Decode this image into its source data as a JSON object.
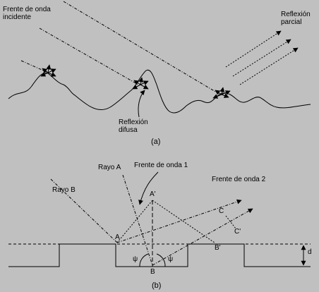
{
  "panel_a": {
    "incident_wavefront_label": "Frente de onda\n incidente",
    "partial_reflection_label": "Reflexión\nparcial",
    "diffuse_reflection_label": "Reflexión\ndifusa",
    "caption": "(a)"
  },
  "panel_b": {
    "ray_a_label": "Rayo A",
    "ray_b_label": "Rayo B",
    "wavefront_1_label": "Frente de onda 1",
    "wavefront_2_label": "Frente de onda 2",
    "point_a_prime": "A'",
    "point_a": "A",
    "point_b": "B",
    "point_b_prime": "B'",
    "point_c": "C",
    "point_c_prime": "C'",
    "angle_left": "ψ",
    "angle_right": "ψ",
    "depth_label": "d",
    "caption": "(b)"
  }
}
